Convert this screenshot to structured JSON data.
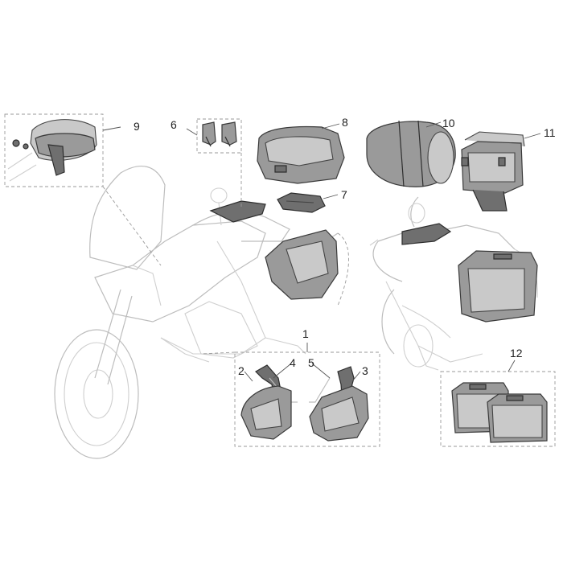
{
  "callouts": {
    "c1": "1",
    "c2": "2",
    "c3": "3",
    "c4": "4",
    "c5": "5",
    "c6": "6",
    "c7": "7",
    "c8": "8",
    "c9": "9",
    "c10": "10",
    "c11": "11",
    "c12": "12"
  },
  "colors": {
    "part_fill": "#9a9a9a",
    "part_dark": "#6f6f6f",
    "ghost_outline": "#cfcfcf",
    "outline": "#3a3a3a"
  }
}
